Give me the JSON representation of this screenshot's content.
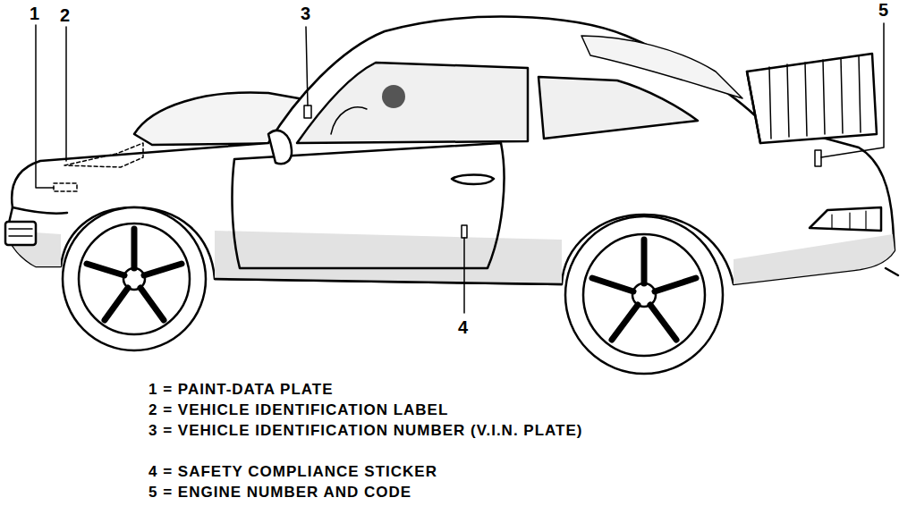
{
  "diagram": {
    "labels": [
      "1",
      "2",
      "3",
      "4",
      "5",
      "1 = PAINT-DATA PLATE",
      "2 = VEHICLE IDENTIFICATION LABEL",
      "3 = VEHICLE IDENTIFICATION NUMBER (V.I.N. PLATE)",
      "4 = SAFETY COMPLIANCE STICKER",
      "5 = ENGINE NUMBER AND CODE"
    ]
  }
}
